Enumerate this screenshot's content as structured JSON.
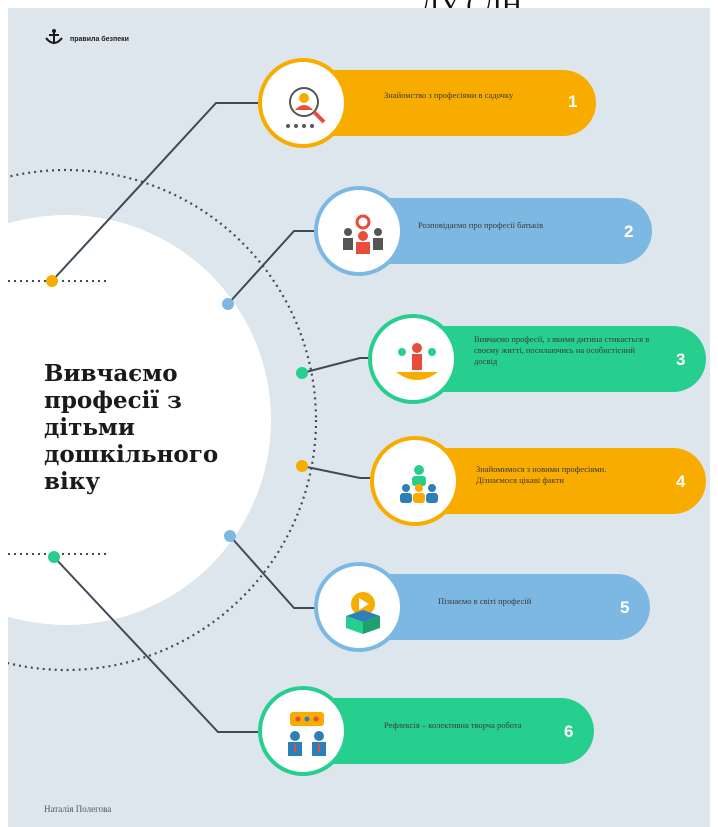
{
  "header": {
    "top_text": "ДУ (                  ДН"
  },
  "brand": {
    "name": "правила безпеки"
  },
  "title": "Вивчаємо професії з дітьми дошкільного віку",
  "colors": {
    "orange": "#f9ac00",
    "blue": "#7cb8e2",
    "green": "#27cf8f",
    "background": "#dde6ec"
  },
  "steps": [
    {
      "number": "1",
      "text": "Знайомство з професіями в садочку",
      "color": "orange",
      "icon": "person-search-icon"
    },
    {
      "number": "2",
      "text": "Розповідаємо про професії батьків",
      "color": "blue",
      "icon": "people-gear-icon"
    },
    {
      "number": "3",
      "text": "Вивчаємо професії, з якими дитина стикається в своєму житті, посилаючись на особистісний досвід",
      "color": "green",
      "icon": "hands-people-icon"
    },
    {
      "number": "4",
      "text": "Знайомимося з новими професіями. Дізнаємося цікаві факти",
      "color": "orange",
      "icon": "team-icon"
    },
    {
      "number": "5",
      "text": "Пізнаємо в світі професій",
      "color": "blue",
      "icon": "video-box-icon"
    },
    {
      "number": "6",
      "text": "Рефлексія – колективна творча робота",
      "color": "green",
      "icon": "discussion-icon"
    }
  ],
  "footer": {
    "author": "Наталія Полегова"
  }
}
